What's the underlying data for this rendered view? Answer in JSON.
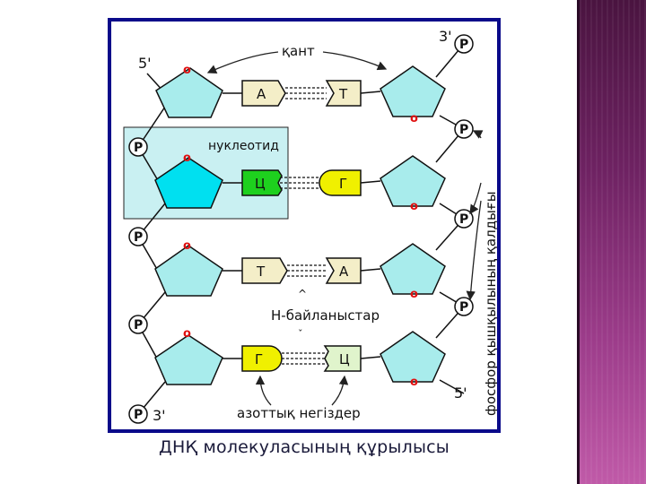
{
  "caption": "ДНҚ молекуласының құрылысы",
  "labels": {
    "end_5_top": "5'",
    "end_3_top": "3'",
    "end_3_bottom": "3'",
    "end_5_bottom": "5'",
    "sugar": "қант",
    "nucleotide": "нуклеотид",
    "h_bonds": "H-байланыстар",
    "bases": "азоттық негіздер",
    "phosphate_residues": "фосфор қышқылының қалдығы",
    "phosphate": "P",
    "oxygen": "o"
  },
  "base_pairs": [
    {
      "left": "А",
      "right": "Т"
    },
    {
      "left": "Ц",
      "right": "Г"
    },
    {
      "left": "Т",
      "right": "А"
    },
    {
      "left": "Г",
      "right": "Ц"
    }
  ],
  "colors": {
    "sugar": "#a8ecec",
    "sugar_highlight": "#00e0f0",
    "nucleotide_box": "#c9f0f2",
    "base_A_T": "#f4eec8",
    "base_C": "#1ed01e",
    "base_G": "#f0f000",
    "base_pale": "#e0f4cc",
    "oxygen": "#e01010",
    "frame": "#0a0a8a"
  }
}
